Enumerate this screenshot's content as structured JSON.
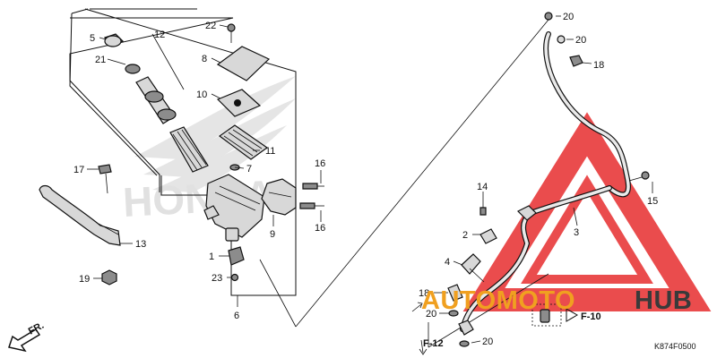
{
  "parts": [
    {
      "id": "p1",
      "number": "1"
    },
    {
      "id": "p2",
      "number": "2"
    },
    {
      "id": "p3",
      "number": "3"
    },
    {
      "id": "p4",
      "number": "4"
    },
    {
      "id": "p5",
      "number": "5"
    },
    {
      "id": "p6",
      "number": "6"
    },
    {
      "id": "p7",
      "number": "7"
    },
    {
      "id": "p8",
      "number": "8"
    },
    {
      "id": "p9",
      "number": "9"
    },
    {
      "id": "p10",
      "number": "10"
    },
    {
      "id": "p11",
      "number": "11"
    },
    {
      "id": "p12",
      "number": "12"
    },
    {
      "id": "p13",
      "number": "13"
    },
    {
      "id": "p14",
      "number": "14"
    },
    {
      "id": "p15",
      "number": "15"
    },
    {
      "id": "p16a",
      "number": "16"
    },
    {
      "id": "p16b",
      "number": "16"
    },
    {
      "id": "p17",
      "number": "17"
    },
    {
      "id": "p18a",
      "number": "18"
    },
    {
      "id": "p18b",
      "number": "18"
    },
    {
      "id": "p19",
      "number": "19"
    },
    {
      "id": "p20a",
      "number": "20"
    },
    {
      "id": "p20b",
      "number": "20"
    },
    {
      "id": "p20c",
      "number": "20"
    },
    {
      "id": "p20d",
      "number": "20"
    },
    {
      "id": "p21",
      "number": "21"
    },
    {
      "id": "p22",
      "number": "22"
    },
    {
      "id": "p23",
      "number": "23"
    }
  ],
  "references": {
    "f10": "F-10",
    "f12": "F-12",
    "front": "FR."
  },
  "diagram_code": "K874F0500",
  "watermark": {
    "brand_text_1": "AUTOMOTO",
    "brand_text_2": "HUB",
    "honda_text": "HONDA",
    "red": "#e8393a",
    "orange": "#f0a020",
    "dark": "#3a3a3a"
  }
}
